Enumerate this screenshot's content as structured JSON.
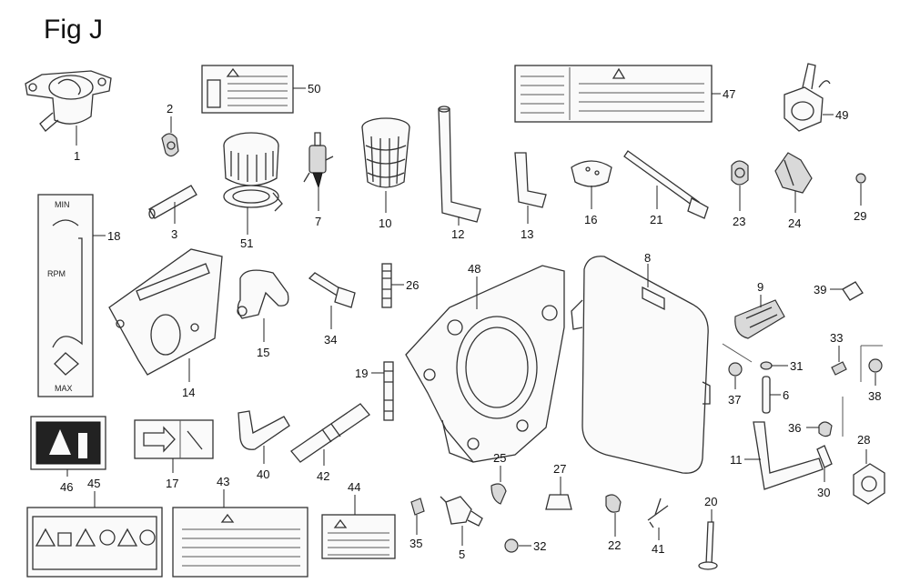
{
  "figure": {
    "title": "Fig J"
  },
  "gauge": {
    "min_label": "MIN",
    "rpm_label": "RPM",
    "max_label": "MAX"
  },
  "callouts": [
    {
      "id": "c1",
      "text": "1"
    },
    {
      "id": "c2",
      "text": "2"
    },
    {
      "id": "c3",
      "text": "3"
    },
    {
      "id": "c50",
      "text": "50"
    },
    {
      "id": "c51",
      "text": "51"
    },
    {
      "id": "c7",
      "text": "7"
    },
    {
      "id": "c10",
      "text": "10"
    },
    {
      "id": "c12",
      "text": "12"
    },
    {
      "id": "c47",
      "text": "47"
    },
    {
      "id": "c13",
      "text": "13"
    },
    {
      "id": "c16",
      "text": "16"
    },
    {
      "id": "c21",
      "text": "21"
    },
    {
      "id": "c23",
      "text": "23"
    },
    {
      "id": "c24",
      "text": "24"
    },
    {
      "id": "c49",
      "text": "49"
    },
    {
      "id": "c29",
      "text": "29"
    },
    {
      "id": "c18",
      "text": "18"
    },
    {
      "id": "c14",
      "text": "14"
    },
    {
      "id": "c15",
      "text": "15"
    },
    {
      "id": "c34",
      "text": "34"
    },
    {
      "id": "c26",
      "text": "26"
    },
    {
      "id": "c48",
      "text": "48"
    },
    {
      "id": "c8",
      "text": "8"
    },
    {
      "id": "c9",
      "text": "9"
    },
    {
      "id": "c39",
      "text": "39"
    },
    {
      "id": "c19",
      "text": "19"
    },
    {
      "id": "c37",
      "text": "37"
    },
    {
      "id": "c31",
      "text": "31"
    },
    {
      "id": "c6",
      "text": "6"
    },
    {
      "id": "c33",
      "text": "33"
    },
    {
      "id": "c38",
      "text": "38"
    },
    {
      "id": "c36",
      "text": "36"
    },
    {
      "id": "c11",
      "text": "11"
    },
    {
      "id": "c28",
      "text": "28"
    },
    {
      "id": "c30",
      "text": "30"
    },
    {
      "id": "c46",
      "text": "46"
    },
    {
      "id": "c17",
      "text": "17"
    },
    {
      "id": "c40",
      "text": "40"
    },
    {
      "id": "c42",
      "text": "42"
    },
    {
      "id": "c45",
      "text": "45"
    },
    {
      "id": "c43",
      "text": "43"
    },
    {
      "id": "c44",
      "text": "44"
    },
    {
      "id": "c25",
      "text": "25"
    },
    {
      "id": "c27",
      "text": "27"
    },
    {
      "id": "c35",
      "text": "35"
    },
    {
      "id": "c5",
      "text": "5"
    },
    {
      "id": "c32",
      "text": "32"
    },
    {
      "id": "c22",
      "text": "22"
    },
    {
      "id": "c41",
      "text": "41"
    },
    {
      "id": "c20",
      "text": "20"
    }
  ]
}
